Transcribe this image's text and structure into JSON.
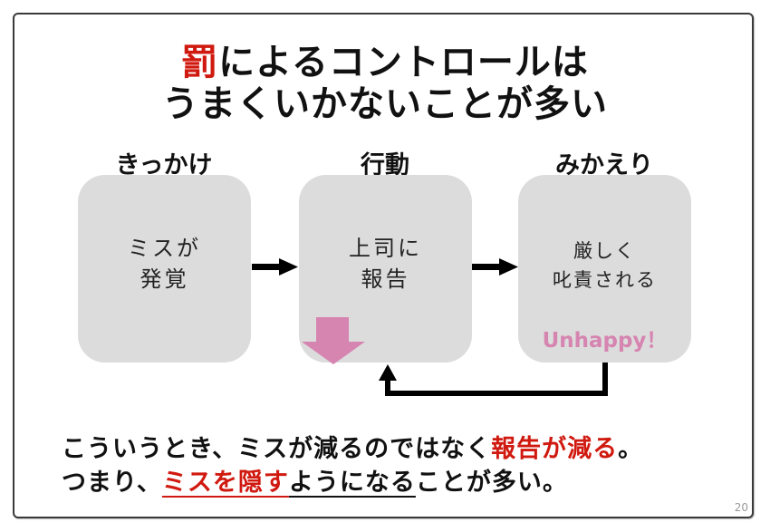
{
  "title": {
    "line1_highlight": "罰",
    "line1_rest": "によるコントロールは",
    "line2": "うまくいかないことが多い"
  },
  "stages": [
    {
      "label": "きっかけ",
      "text_lines": [
        "ミスが",
        "発覚"
      ]
    },
    {
      "label": "行動",
      "text_lines": [
        "上司に",
        "報告"
      ]
    },
    {
      "label": "みかえり",
      "text_lines": [
        "厳しく",
        "叱責される"
      ],
      "note": "Unhappy！"
    }
  ],
  "conclusion": {
    "line1_prefix": "こういうとき、ミスが減るのではなく",
    "line1_highlight": "報告が減る",
    "line1_suffix": "。",
    "line2_prefix": "つまり、",
    "line2_highlight": "ミスを隠す",
    "line2_underlined": "ようになる",
    "line2_suffix": "ことが多い。"
  },
  "page_number": "20",
  "colors": {
    "accent_red": "#d0190f",
    "pink": "#d684b0",
    "box_gray": "#dcdcdc"
  },
  "icons": {
    "decrease_arrow": "down-arrow-icon",
    "flow_arrow": "right-arrow-icon",
    "feedback_arrow": "loop-back-arrow-icon"
  }
}
